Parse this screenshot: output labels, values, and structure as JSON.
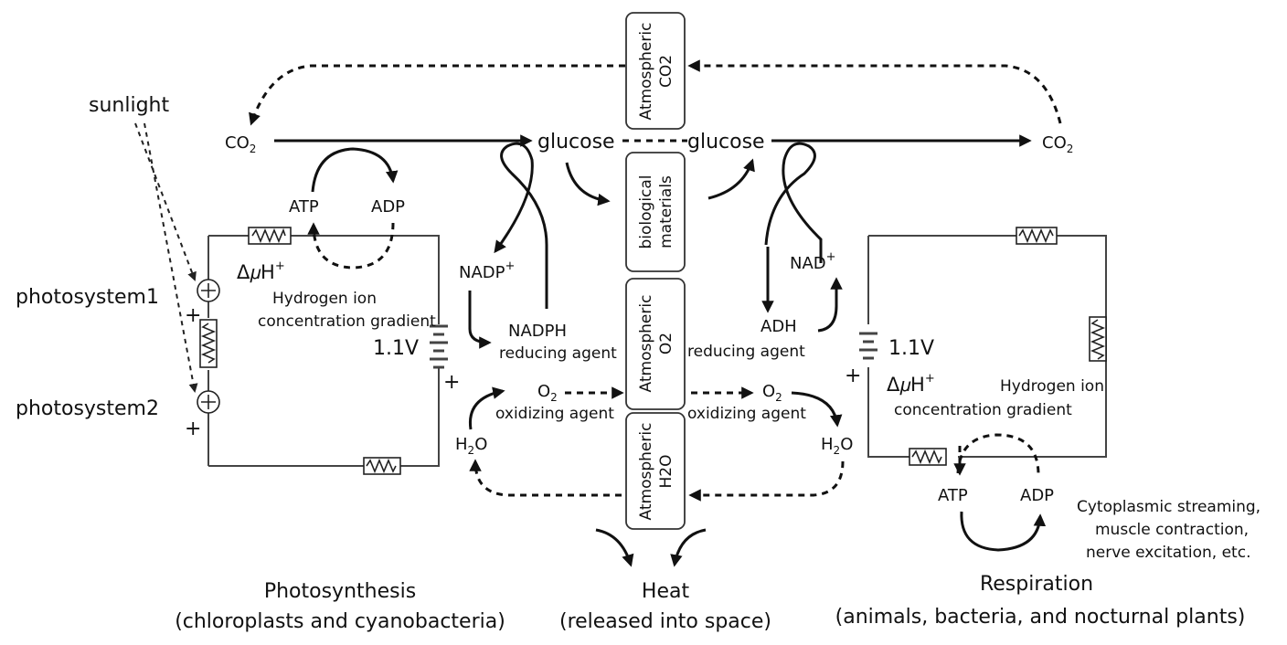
{
  "labels": {
    "sunlight": "sunlight",
    "photosystem1": "photosystem1",
    "photosystem2": "photosystem2",
    "co2_left": "CO",
    "co2_right": "CO",
    "co2_sub": "2",
    "glucose_left": "glucose",
    "glucose_right": "glucose",
    "atp_left": "ATP",
    "adp_left": "ADP",
    "atp_right": "ATP",
    "adp_right": "ADP",
    "delta_muh": "Δ𝜇H",
    "plus": "+",
    "hydrogen_gradient_left_1": "Hydrogen ion",
    "hydrogen_gradient_left_2": "concentration gradient",
    "hydrogen_gradient_right_1": "Hydrogen ion",
    "hydrogen_gradient_right_2": "concentration gradient",
    "voltage_left": "1.1V",
    "voltage_right": "1.1V",
    "nadp_plus": "NADP",
    "nadph": "NADPH",
    "nad_plus": "NAD",
    "nadh": "ADH",
    "reducing_agent_left": "reducing agent",
    "reducing_agent_right": "reducing agent",
    "o2_left": "O",
    "o2_right": "O",
    "o2_sub": "2",
    "oxidizing_agent_left": "oxidizing agent",
    "oxidizing_agent_right": "oxidizing agent",
    "h2o_left": "H",
    "h2o_right": "H",
    "h2o_sub": "2",
    "h2o_o": "O",
    "cytoplasmic_1": "Cytoplasmic streaming,",
    "cytoplasmic_2": "muscle contraction,",
    "cytoplasmic_3": "nerve excitation, etc."
  },
  "boxes": {
    "atm_co2_1": "Atmospheric",
    "atm_co2_2": "CO2",
    "bio_1": "biological",
    "bio_2": "materials",
    "atm_o2_1": "Atmospheric",
    "atm_o2_2": "O2",
    "atm_h2o_1": "Atmospheric",
    "atm_h2o_2": "H2O"
  },
  "captions": {
    "photosynthesis_1": "Photosynthesis",
    "photosynthesis_2": "(chloroplasts and cyanobacteria)",
    "heat_1": "Heat",
    "heat_2": "(released into space)",
    "respiration_1": "Respiration",
    "respiration_2": "(animals, bacteria, and nocturnal plants)"
  }
}
